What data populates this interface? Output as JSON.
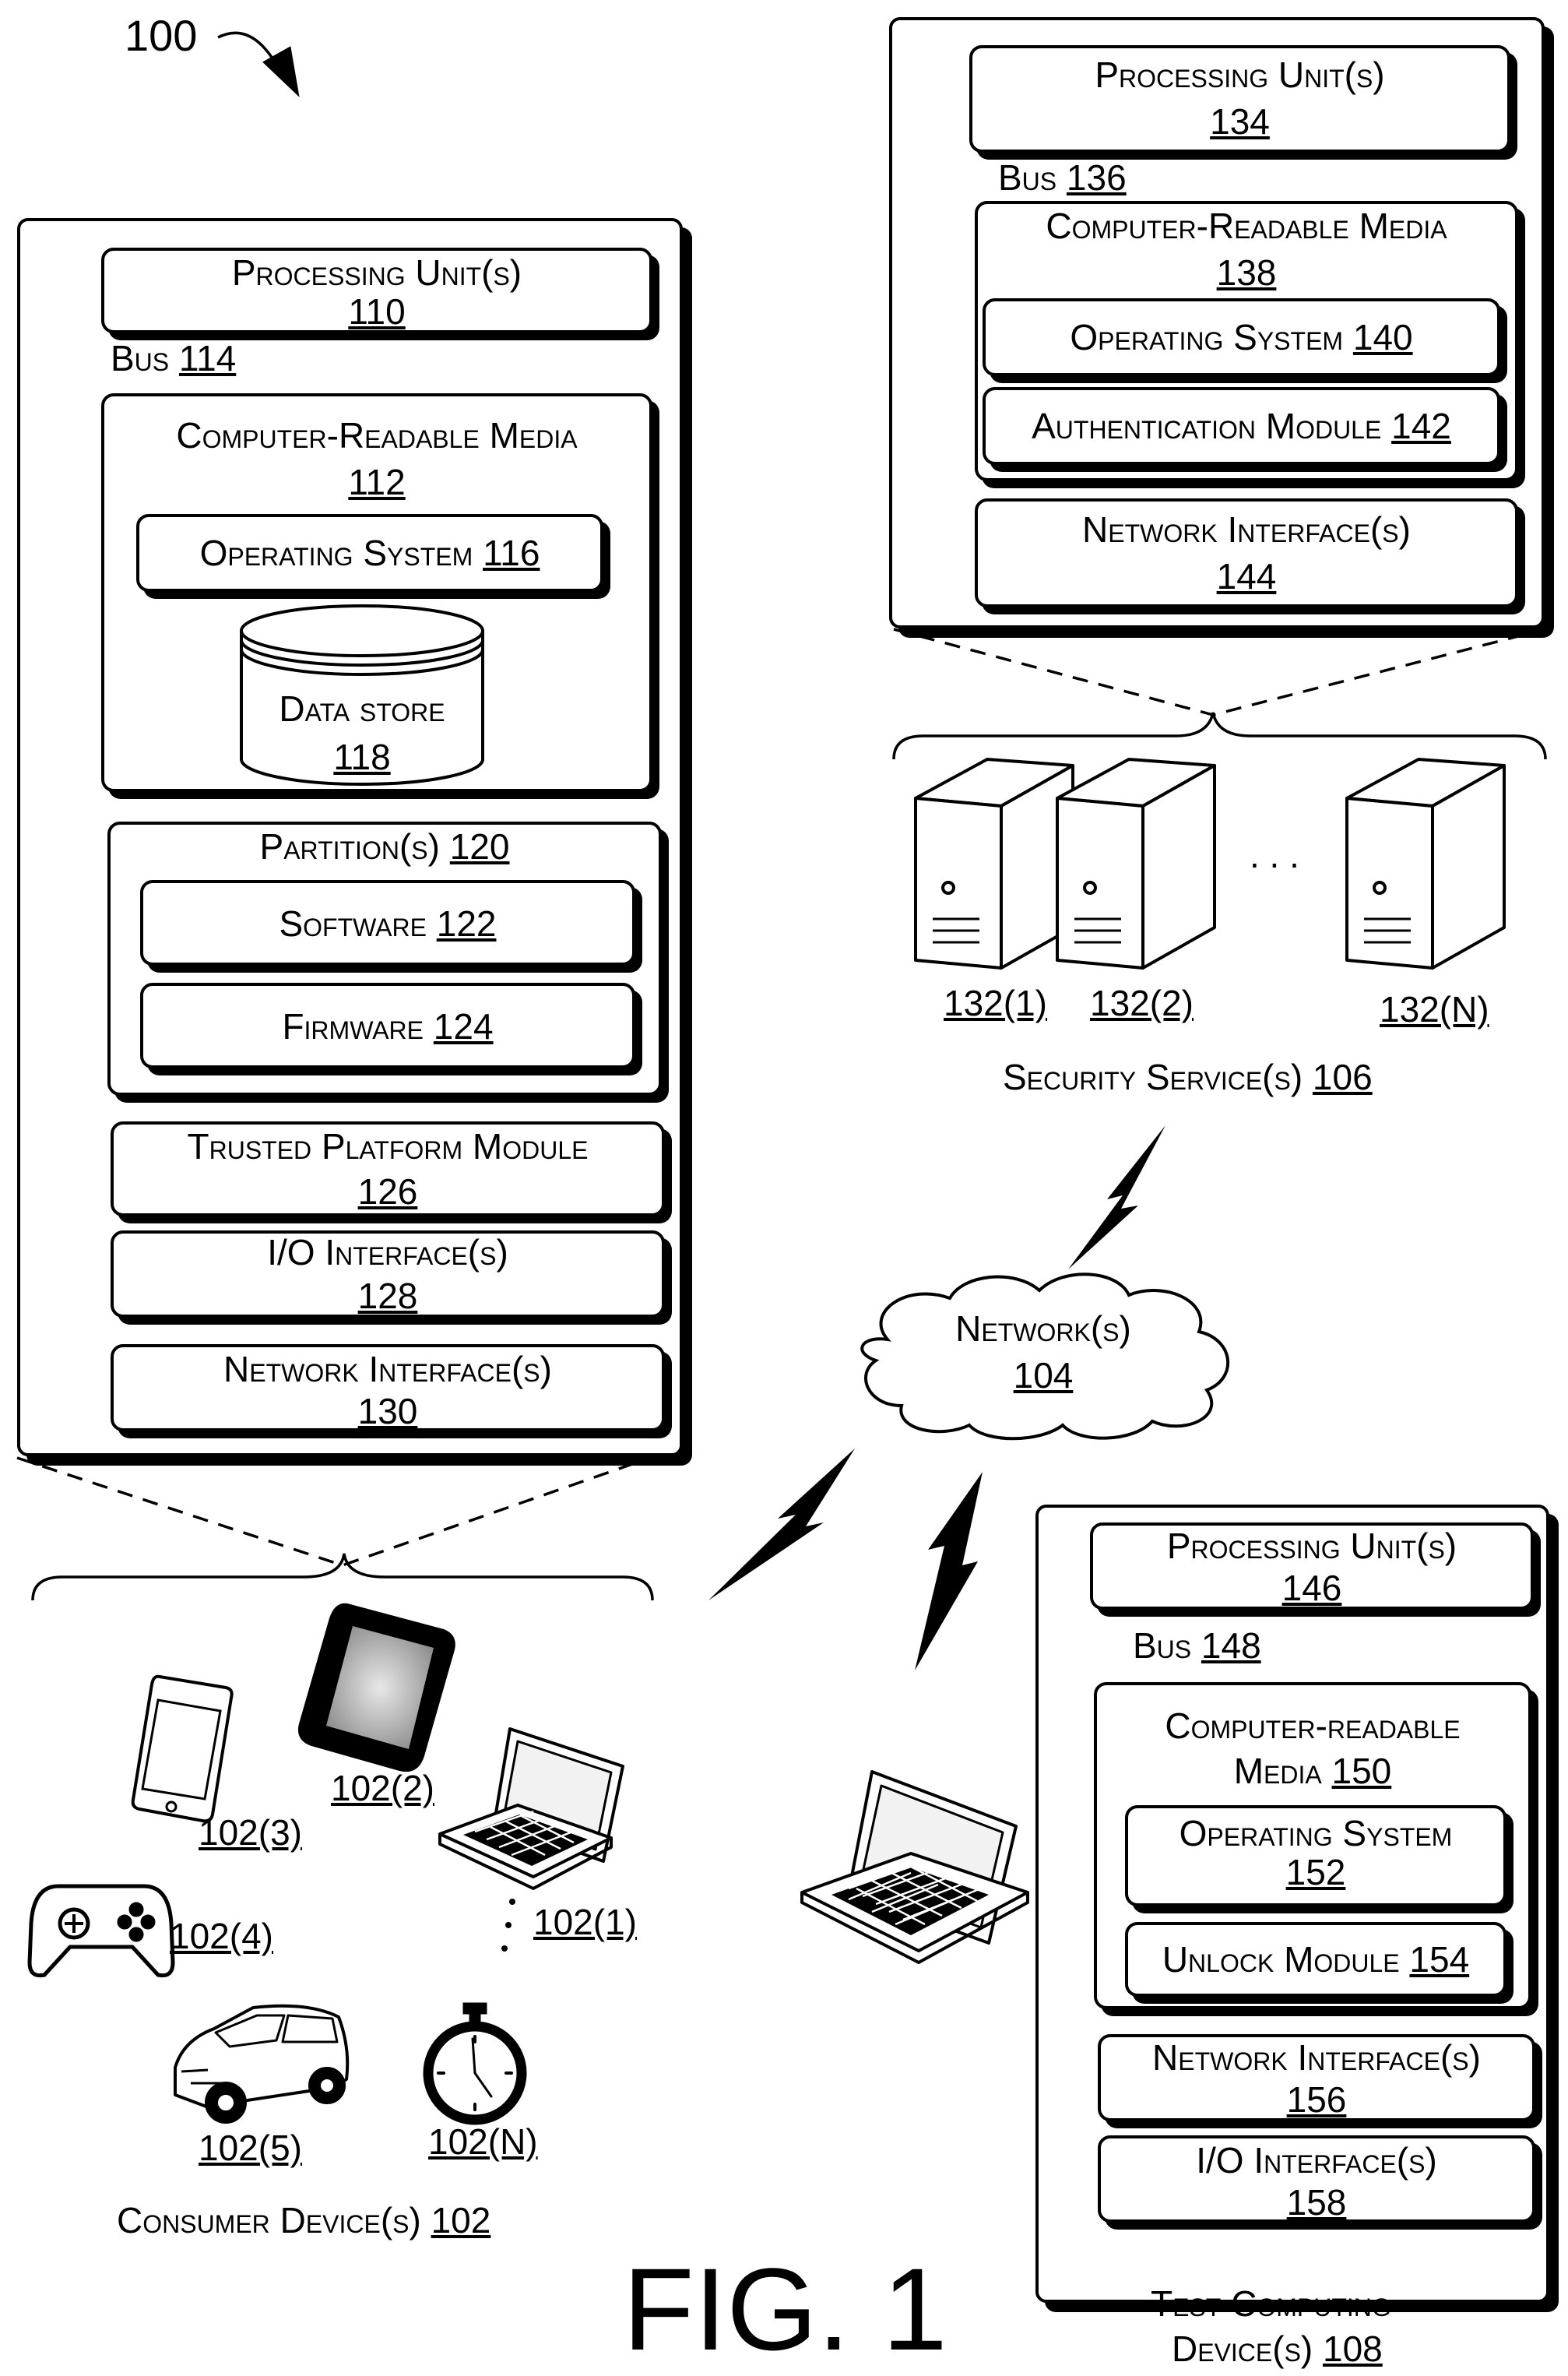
{
  "figure_ref": "100",
  "figure_label": "FIG. 1",
  "consumer_device_detail": {
    "processing_units": {
      "label": "Processing Unit(s)",
      "ref": "110"
    },
    "bus": {
      "label": "Bus",
      "ref": "114"
    },
    "computer_readable_media": {
      "label": "Computer-Readable Media",
      "ref": "112"
    },
    "operating_system": {
      "label": "Operating System",
      "ref": "116"
    },
    "data_store": {
      "label": "Data store",
      "ref": "118"
    },
    "partitions": {
      "label": "Partition(s)",
      "ref": "120"
    },
    "software": {
      "label": "Software",
      "ref": "122"
    },
    "firmware": {
      "label": "Firmware",
      "ref": "124"
    },
    "trusted_platform_module": {
      "label": "Trusted Platform Module",
      "ref": "126"
    },
    "io_interfaces": {
      "label": "I/O Interface(s)",
      "ref": "128"
    },
    "network_interfaces": {
      "label": "Network Interface(s)",
      "ref": "130"
    }
  },
  "security_service_detail": {
    "processing_units": {
      "label": "Processing Unit(s)",
      "ref": "134"
    },
    "bus": {
      "label": "Bus",
      "ref": "136"
    },
    "computer_readable_media": {
      "label": "Computer-Readable Media",
      "ref": "138"
    },
    "operating_system": {
      "label": "Operating System",
      "ref": "140"
    },
    "authentication_module": {
      "label": "Authentication Module",
      "ref": "142"
    },
    "network_interfaces": {
      "label": "Network Interface(s)",
      "ref": "144"
    }
  },
  "security_services": {
    "servers": [
      "132(1)",
      "132(2)",
      "132(N)"
    ],
    "ellipsis": ". . .",
    "label": "Security Service(s)",
    "ref": "106"
  },
  "network": {
    "label": "Network(s)",
    "ref": "104"
  },
  "test_device_detail": {
    "processing_units": {
      "label": "Processing Unit(s)",
      "ref": "146"
    },
    "bus": {
      "label": "Bus",
      "ref": "148"
    },
    "computer_readable_media": {
      "label_line1": "Computer-readable",
      "label_line2": "Media",
      "ref": "150"
    },
    "operating_system": {
      "label": "Operating System",
      "ref": "152"
    },
    "unlock_module": {
      "label": "Unlock Module",
      "ref": "154"
    },
    "network_interfaces": {
      "label": "Network Interface(s)",
      "ref": "156"
    },
    "io_interfaces": {
      "label": "I/O Interface(s)",
      "ref": "158"
    }
  },
  "test_computing_device": {
    "label_line1": "Test Computing",
    "label_line2": "Device(s)",
    "ref": "108"
  },
  "consumer_devices": {
    "items": [
      "102(3)",
      "102(2)",
      "102(1)",
      "102(4)",
      "102(5)",
      "102(N)"
    ],
    "label": "Consumer Device(s)",
    "ref": "102"
  }
}
